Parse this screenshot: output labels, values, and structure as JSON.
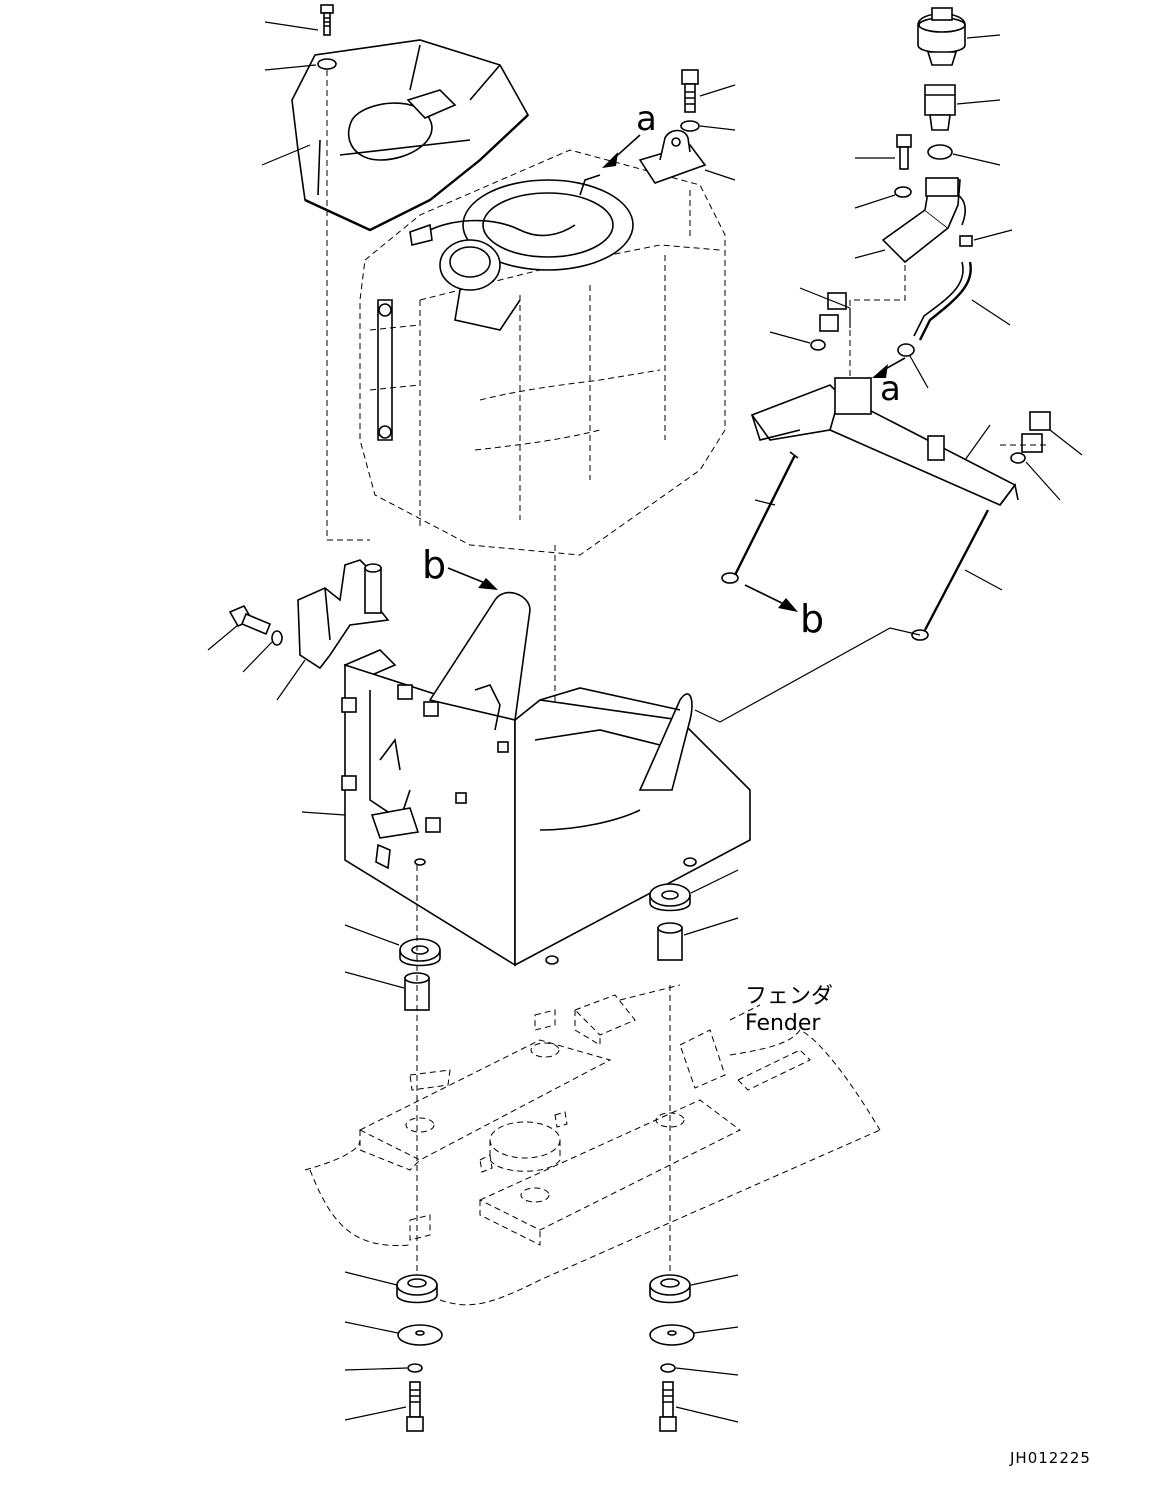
{
  "labels": {
    "view_a_top": "a",
    "view_a_bracket": "a",
    "view_b_tank": "b",
    "view_b_rods": "b",
    "fender_jp": "フェンダ",
    "fender_en": "Fender",
    "drawing_code": "JH012225"
  },
  "icons": {
    "fuel_tank": "fuel-tank-icon",
    "tank_cover": "cover-icon",
    "tank_stand": "stand-icon",
    "mount": "rubber-mount-icon",
    "bolt": "bolt-icon",
    "washer": "washer-icon",
    "nut": "nut-icon",
    "cap": "cap-icon",
    "hose": "hose-icon",
    "rod": "rod-icon",
    "bracket": "bracket-icon"
  }
}
